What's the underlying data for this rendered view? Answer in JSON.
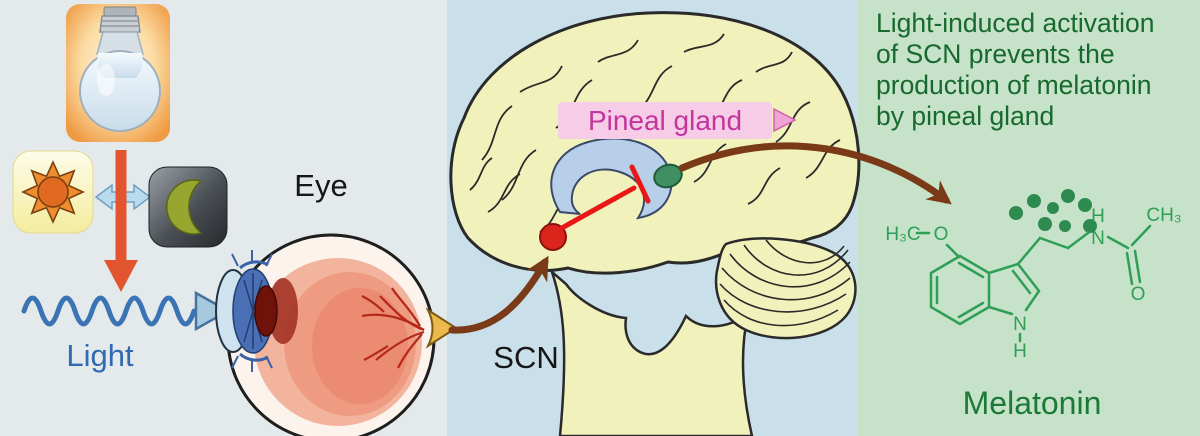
{
  "figure": {
    "labels": {
      "eye": "Eye",
      "light": "Light",
      "scn": "SCN",
      "pineal_gland": "Pineal gland",
      "melatonin": "Melatonin",
      "caption": "Light-induced activation\nof SCN prevents the\nproduction of melatonin\nby pineal gland"
    },
    "chemistry": {
      "methoxy_methyl": "H₃C",
      "methoxy_oxygen": "O",
      "amide_hydrogen": "H",
      "amide_nitrogen": "N",
      "carbonyl_oxygen": "O",
      "terminal_methyl": "CH₃",
      "indole_nitrogen": "N",
      "indole_hydrogen": "H"
    },
    "colors": {
      "panel_left": "#e4eaeb",
      "panel_middle": "#c9dfe9",
      "panel_right": "#c6e2c8",
      "brain_fill": "#f1f2bb",
      "caption_green": "#17692e",
      "pineal_label_magenta": "#c2359c",
      "light_text_blue": "#2f6ab2",
      "scn_dot_red": "#d9251c",
      "pineal_dot_green": "#3f8f63",
      "arrow_brown": "#7a3a18",
      "inhibition_red": "#e81818",
      "structure_green": "#2f9e57"
    }
  }
}
